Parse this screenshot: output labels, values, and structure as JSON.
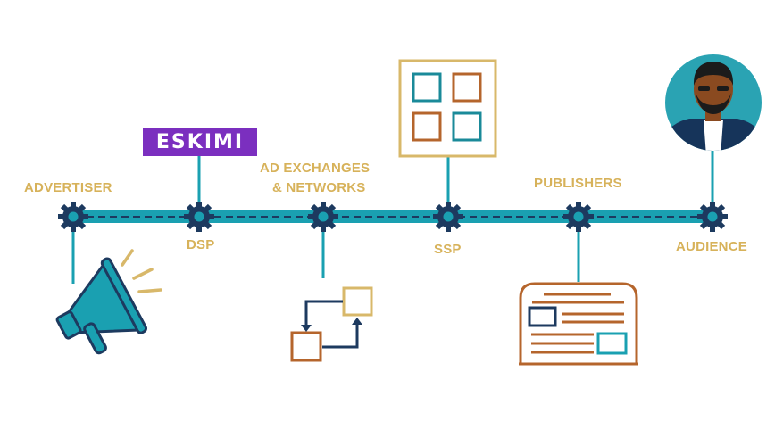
{
  "colors": {
    "label": "#d7b25a",
    "timeline": "#1aa0b1",
    "gear": "#1d3a5f",
    "dashed": "#1d3a5f",
    "teal": "#1a8a99",
    "brown": "#b5652c",
    "gold": "#d8b86a",
    "purple": "#7b2fbf",
    "navy": "#16345a"
  },
  "labels": {
    "advertiser": "ADVERTISER",
    "dsp": "DSP",
    "ad_exchanges_line1": "AD EXCHANGES",
    "ad_exchanges_line2": "& NETWORKS",
    "ssp": "SSP",
    "publishers": "PUBLISHERS",
    "audience": "AUDIENCE"
  },
  "logo": {
    "text": "ESKIMI"
  },
  "icons": {
    "advertiser": "megaphone-icon",
    "exchanges": "exchange-flow-icon",
    "ssp": "grid-squares-icon",
    "publishers": "news-page-icon",
    "audience": "person-avatar-icon"
  }
}
